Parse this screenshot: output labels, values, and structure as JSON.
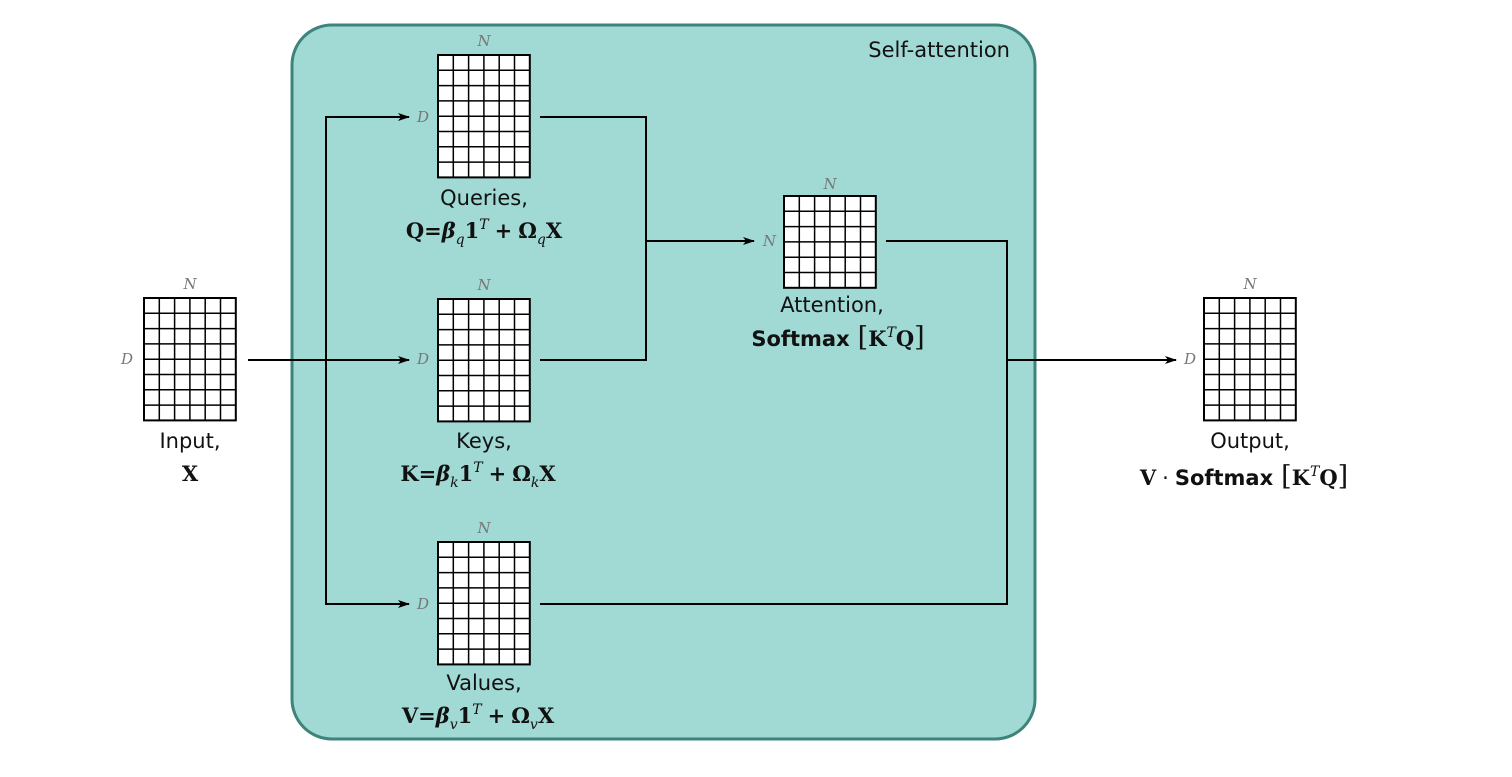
{
  "module": {
    "title": "Self-attention",
    "fill": "#a1d9d4",
    "stroke": "#3d847c"
  },
  "dims": {
    "cols": "N",
    "rows": "D"
  },
  "matrices": {
    "input": {
      "label": "Input,",
      "symbol": "X"
    },
    "queries": {
      "label": "Queries,",
      "lhs": "Q",
      "sub": "q"
    },
    "keys": {
      "label": "Keys,",
      "lhs": "K",
      "sub": "k"
    },
    "values": {
      "label": "Values,",
      "lhs": "V",
      "sub": "v"
    },
    "attention": {
      "label": "Attention,",
      "func": "Softmax"
    },
    "output": {
      "label": "Output,",
      "func": "Softmax"
    }
  },
  "formula_parts": {
    "equals": "=",
    "beta": "β",
    "one": "1",
    "transpose": "T",
    "plus": "+",
    "omega": "Ω",
    "x": "X",
    "k": "K",
    "q": "Q",
    "v": "V",
    "dot": "·",
    "open_bracket": "[",
    "close_bracket": "]"
  }
}
